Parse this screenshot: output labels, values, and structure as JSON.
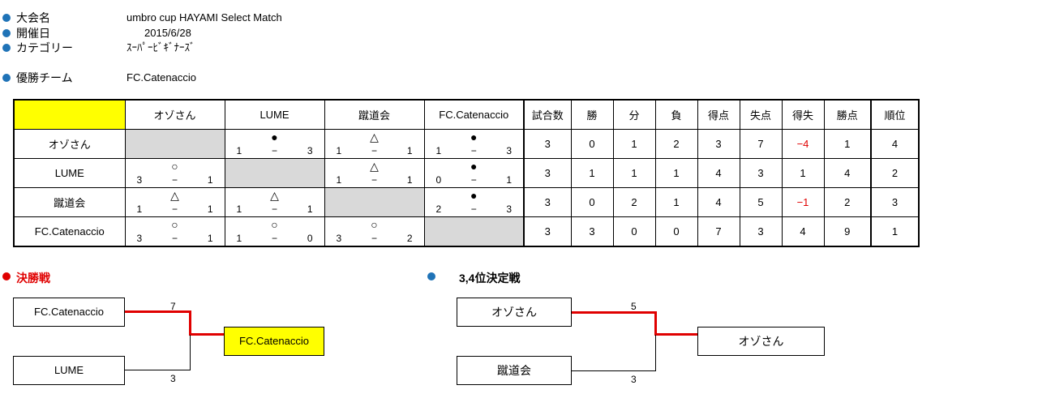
{
  "info": {
    "tournament_label": "大会名",
    "tournament_value": "umbro cup  HAYAMI Select Match",
    "date_label": "開催日",
    "date_value": "2015/6/28",
    "category_label": "カテゴリー",
    "category_value": "ｽｰﾊﾟｰﾋﾞｷﾞﾅｰｽﾞ",
    "winner_label": "優勝チーム",
    "winner_value": "FC.Catenaccio"
  },
  "headers": [
    "オゾさん",
    "LUME",
    "蹴道会",
    "FC.Catenaccio",
    "試合数",
    "勝",
    "分",
    "負",
    "得点",
    "失点",
    "得失",
    "勝点",
    "順位"
  ],
  "rows": [
    {
      "team": "オゾさん",
      "results": [
        null,
        {
          "sym": "●",
          "l": "1",
          "r": "3"
        },
        {
          "sym": "△",
          "l": "1",
          "r": "1"
        },
        {
          "sym": "●",
          "l": "1",
          "r": "3"
        }
      ],
      "stats": [
        "3",
        "0",
        "1",
        "2",
        "3",
        "7",
        "−4",
        "1",
        "4"
      ]
    },
    {
      "team": "LUME",
      "results": [
        {
          "sym": "○",
          "l": "3",
          "r": "1"
        },
        null,
        {
          "sym": "△",
          "l": "1",
          "r": "1"
        },
        {
          "sym": "●",
          "l": "0",
          "r": "1"
        }
      ],
      "stats": [
        "3",
        "1",
        "1",
        "1",
        "4",
        "3",
        "1",
        "4",
        "2"
      ]
    },
    {
      "team": "蹴道会",
      "results": [
        {
          "sym": "△",
          "l": "1",
          "r": "1"
        },
        {
          "sym": "△",
          "l": "1",
          "r": "1"
        },
        null,
        {
          "sym": "●",
          "l": "2",
          "r": "3"
        }
      ],
      "stats": [
        "3",
        "0",
        "2",
        "1",
        "4",
        "5",
        "−1",
        "2",
        "3"
      ]
    },
    {
      "team": "FC.Catenaccio",
      "results": [
        {
          "sym": "○",
          "l": "3",
          "r": "1"
        },
        {
          "sym": "○",
          "l": "1",
          "r": "0"
        },
        {
          "sym": "○",
          "l": "3",
          "r": "2"
        },
        null
      ],
      "stats": [
        "3",
        "3",
        "0",
        "0",
        "7",
        "3",
        "4",
        "9",
        "1"
      ]
    }
  ],
  "dash": "−",
  "final": {
    "title": "決勝戦",
    "team_top": "FC.Catenaccio",
    "score_top": "7",
    "team_bottom": "LUME",
    "score_bottom": "3",
    "winner": "FC.Catenaccio"
  },
  "third": {
    "title": "3,4位決定戦",
    "team_top": "オゾさん",
    "score_top": "5",
    "team_bottom": "蹴道会",
    "score_bottom": "3",
    "winner": "オゾさん"
  },
  "colors": {
    "accent_blue": "#1f73b7",
    "win_red": "#e00000",
    "highlight": "#ffff00",
    "self_gray": "#d9d9d9"
  }
}
